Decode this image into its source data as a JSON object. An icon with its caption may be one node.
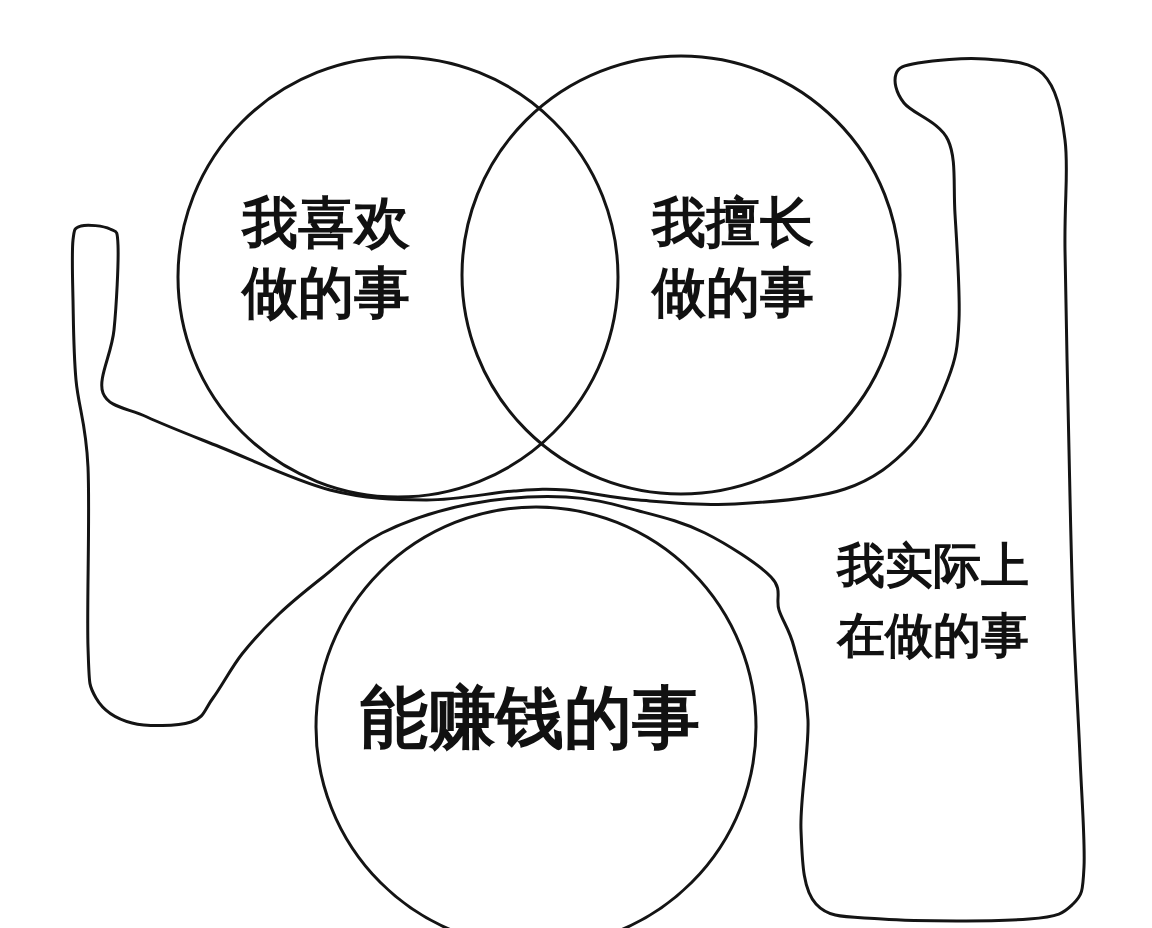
{
  "diagram": {
    "nodes": [
      {
        "text": [
          "我喜欢做的事"
        ]
      },
      {
        "text": [
          "我擅长做的事"
        ]
      },
      {
        "text": [
          "能赚钱的事"
        ]
      },
      {
        "text": [
          "我实际上在做的事"
        ]
      }
    ]
  }
}
